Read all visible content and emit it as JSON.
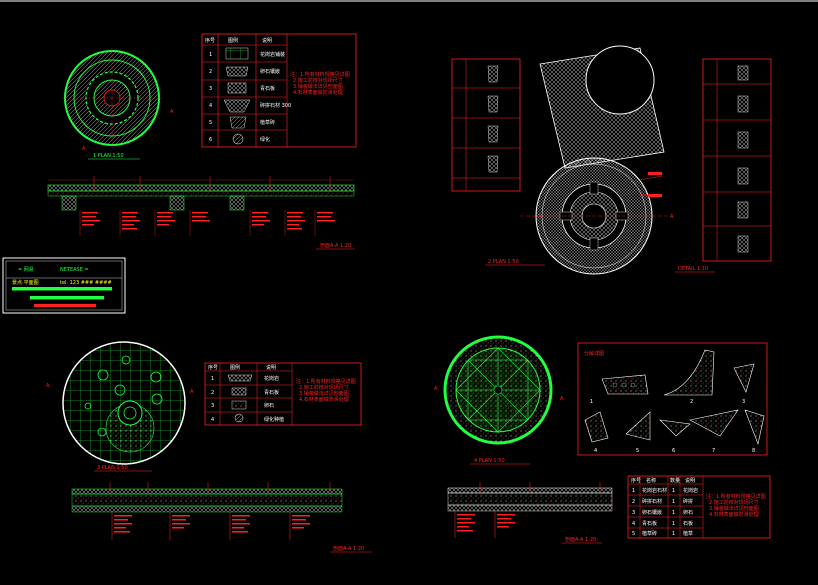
{
  "colors": {
    "background": "#000000",
    "frame": "#ffffff",
    "green": "#20ff40",
    "red": "#ff2020",
    "cyan": "#00ffff",
    "white": "#ffffff",
    "yellow": "#ffff00"
  },
  "title_block": {
    "label_left": "= 网易",
    "label_right": "NETEASE =",
    "sub_label": "景点.平面图",
    "sub_scale": "tel. 123 ### ####"
  },
  "drawings": {
    "d1_plan_caption": "1 PLAN 1:50",
    "d1_section_caption": "剖面A-A 1:20",
    "d2_plan_caption": "2 PLAN 1:50",
    "d2_detail_caption": "DETAIL 1:10",
    "d3_plan_caption": "3 PLAN 1:50",
    "d3_section_caption": "剖面A-A 1:20",
    "d4_plan_caption": "4 PLAN 1:50",
    "d4_section_caption": "剖面A-A 1:20",
    "d4_detail_title": "分解详图",
    "d4_detail_numbers": [
      "1",
      "2",
      "3",
      "4",
      "5",
      "6",
      "7",
      "8"
    ]
  },
  "table1": {
    "headers": [
      "序号",
      "图例",
      "说明"
    ],
    "rows": [
      [
        "1",
        "",
        "花岗岩铺装"
      ],
      [
        "2",
        "",
        "卵石镶嵌"
      ],
      [
        "3",
        "",
        "青石板"
      ],
      [
        "4",
        "",
        "碎拼石材 300"
      ],
      [
        "5",
        "",
        "植草砖"
      ],
      [
        "6",
        "",
        "绿化"
      ]
    ]
  },
  "table2": {
    "headers": [
      "序号",
      "图例",
      "说明"
    ],
    "rows": [
      [
        "1",
        "",
        "花岗岩"
      ],
      [
        "2",
        "",
        "青石板"
      ],
      [
        "3",
        "",
        "卵石"
      ],
      [
        "4",
        "",
        "绿化种植"
      ]
    ]
  },
  "table3": {
    "headers": [
      "序号",
      "名称",
      "数量",
      "说明"
    ],
    "rows": [
      [
        "1",
        "花岗岩石材",
        "1",
        "花岗岩"
      ],
      [
        "2",
        "碎拼石材",
        "1",
        "碎拼"
      ],
      [
        "3",
        "卵石镶嵌",
        "1",
        "卵石"
      ],
      [
        "4",
        "青石板",
        "1",
        "石板"
      ],
      [
        "5",
        "植草砖",
        "1",
        "植草"
      ]
    ]
  },
  "notes": {
    "n1": "注：1.所有材料规格见详图",
    "n2": "2.施工前核对现场尺寸",
    "n3": "3.铺装做法详见剖面图",
    "n4": "4.石材表面做防滑处理"
  }
}
